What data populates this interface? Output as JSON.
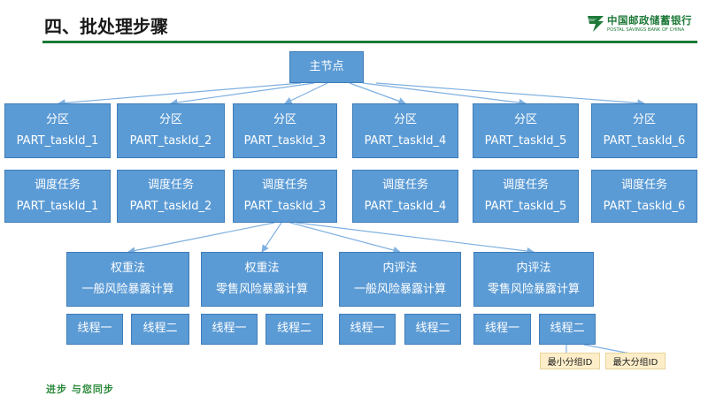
{
  "title": "四、批处理步骤",
  "logo": {
    "name_cn": "中国邮政储蓄银行",
    "name_en": "POSTAL SAVINGS BANK OF CHINA"
  },
  "root": {
    "label": "主节点"
  },
  "partitions": [
    {
      "title": "分区",
      "id": "PART_taskId_1"
    },
    {
      "title": "分区",
      "id": "PART_taskId_2"
    },
    {
      "title": "分区",
      "id": "PART_taskId_3"
    },
    {
      "title": "分区",
      "id": "PART_taskId_4"
    },
    {
      "title": "分区",
      "id": "PART_taskId_5"
    },
    {
      "title": "分区",
      "id": "PART_taskId_6"
    }
  ],
  "tasks": [
    {
      "title": "调度任务",
      "id": "PART_taskId_1"
    },
    {
      "title": "调度任务",
      "id": "PART_taskId_2"
    },
    {
      "title": "调度任务",
      "id": "PART_taskId_3"
    },
    {
      "title": "调度任务",
      "id": "PART_taskId_4"
    },
    {
      "title": "调度任务",
      "id": "PART_taskId_5"
    },
    {
      "title": "调度任务",
      "id": "PART_taskId_6"
    }
  ],
  "methods": [
    {
      "method": "权重法",
      "calc": "一般风险暴露计算"
    },
    {
      "method": "权重法",
      "calc": "零售风险暴露计算"
    },
    {
      "method": "内评法",
      "calc": "一般风险暴露计算"
    },
    {
      "method": "内评法",
      "calc": "零售风险暴露计算"
    }
  ],
  "threads": [
    {
      "t1": "线程一",
      "t2": "线程二"
    },
    {
      "t1": "线程一",
      "t2": "线程二"
    },
    {
      "t1": "线程一",
      "t2": "线程二"
    },
    {
      "t1": "线程一",
      "t2": "线程二"
    }
  ],
  "notes": {
    "min": "最小分组ID",
    "max": "最大分组ID"
  },
  "footer": "进步 与您同步",
  "colors": {
    "box": "#5b9bd5",
    "box_border": "#3f7cb8",
    "title_rule": "#1a7a36",
    "note_bg": "#fdeec9",
    "footer": "#2e8b3e"
  }
}
